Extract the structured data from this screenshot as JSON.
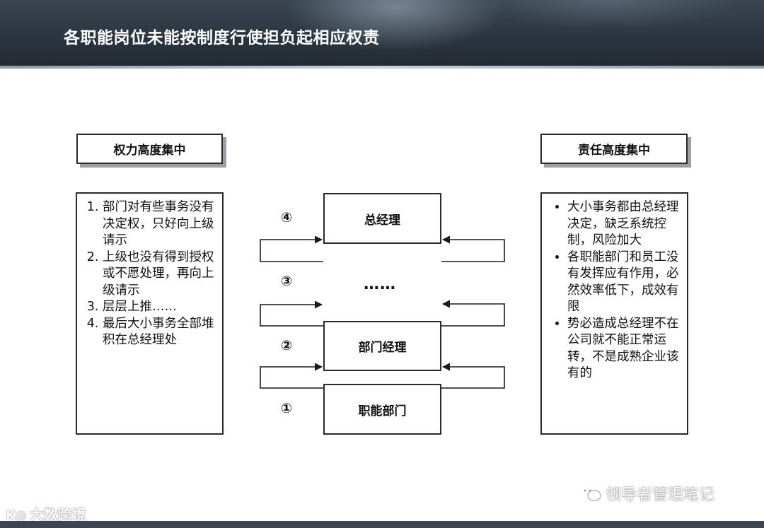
{
  "title": "各职能岗位未能按制度行使担负起相应权责",
  "left": {
    "label": "权力高度集中",
    "items": [
      "部门对有些事务没有决定权，只好向上级请示",
      "上级也没有得到授权或不愿处理，再向上级请示",
      "层层上推……",
      "最后大小事务全部堆积在总经理处"
    ]
  },
  "right": {
    "label": "责任高度集中",
    "items": [
      "大小事务都由总经理决定，缺乏系统控制，风险加大",
      "各职能部门和员工没有发挥应有作用，必然效率低下，成效有限",
      "势必造成总经理不在公司就不能正常运转，不是成熟企业该有的"
    ]
  },
  "center": {
    "top": "总经理",
    "middle": "……",
    "dept_manager": "部门经理",
    "bottom": "职能部门",
    "steps": [
      "④",
      "③",
      "②",
      "①"
    ]
  },
  "watermarks": {
    "left": "大数跨境",
    "right": "领导者管理笔记"
  },
  "icons": [
    "wechat-icon",
    "logo-mark"
  ]
}
